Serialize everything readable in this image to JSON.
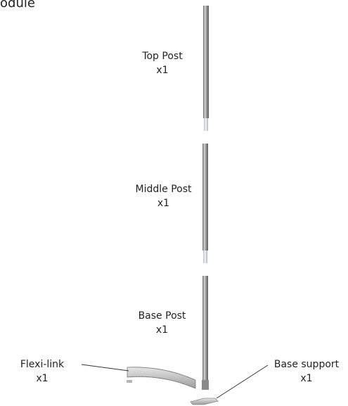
{
  "heading": "odule",
  "parts": {
    "top_post": {
      "name": "Top Post",
      "qty": "x1"
    },
    "middle_post": {
      "name": "Middle Post",
      "qty": "x1"
    },
    "base_post": {
      "name": "Base Post",
      "qty": "x1"
    },
    "flexi_link": {
      "name": "Flexi-link",
      "qty": "x1"
    },
    "base_support": {
      "name": "Base support",
      "qty": "x1"
    }
  }
}
